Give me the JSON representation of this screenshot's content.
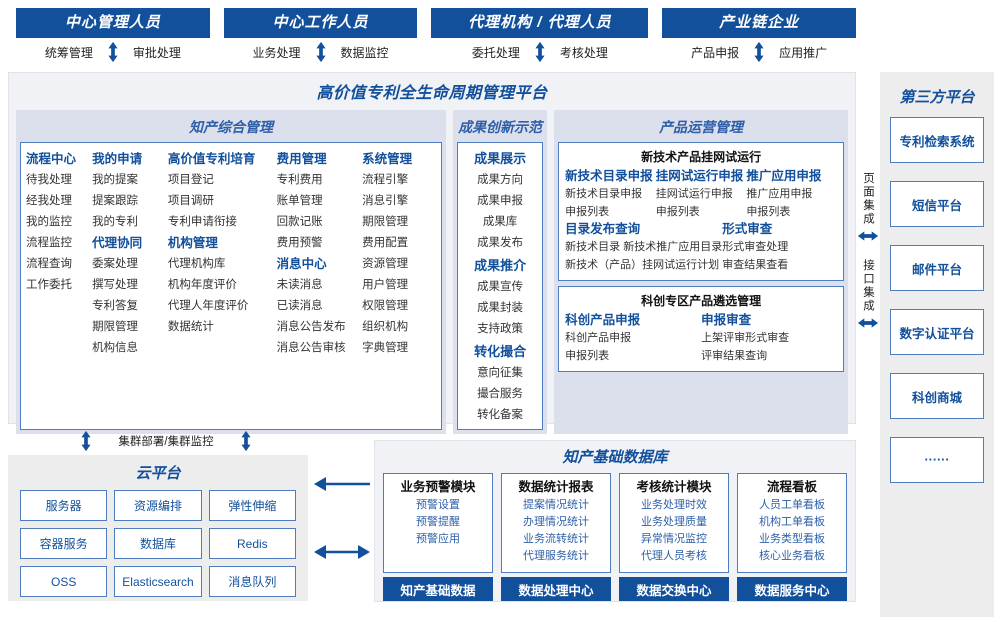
{
  "actors": [
    {
      "title": "中心管理人员",
      "ops": [
        "统筹管理",
        "审批处理"
      ]
    },
    {
      "title": "中心工作人员",
      "ops": [
        "业务处理",
        "数据监控"
      ]
    },
    {
      "title": "代理机构 / 代理人员",
      "ops": [
        "委托处理",
        "考核处理"
      ]
    },
    {
      "title": "产业链企业",
      "ops": [
        "产品申报",
        "应用推广"
      ]
    }
  ],
  "platform": {
    "title": "高价值专利全生命周期管理平台",
    "groupA": {
      "title": "知产综合管理",
      "columns": [
        {
          "blocks": [
            {
              "head": "流程中心",
              "items": [
                "待我处理",
                "经我处理",
                "我的监控",
                "流程监控",
                "流程查询",
                "工作委托"
              ]
            }
          ]
        },
        {
          "blocks": [
            {
              "head": "我的申请",
              "items": [
                "我的提案",
                "提案跟踪",
                "我的专利"
              ]
            },
            {
              "head": "代理协同",
              "items": [
                "委案处理",
                "撰写处理",
                "专利答复",
                "期限管理",
                "机构信息"
              ]
            }
          ]
        },
        {
          "blocks": [
            {
              "head": "高价值专利培育",
              "items": [
                "项目登记",
                "项目调研",
                "专利申请衔接"
              ]
            },
            {
              "head": "机构管理",
              "items": [
                "代理机构库",
                "机构年度评价",
                "代理人年度评价",
                "数据统计"
              ]
            }
          ]
        },
        {
          "blocks": [
            {
              "head": "费用管理",
              "items": [
                "专利费用",
                "账单管理",
                "回款记账",
                "费用预警"
              ]
            },
            {
              "head": "消息中心",
              "items": [
                "未读消息",
                "已读消息",
                "消息公告发布",
                "消息公告审核"
              ]
            }
          ]
        },
        {
          "blocks": [
            {
              "head": "系统管理",
              "items": [
                "流程引擎",
                "消息引擎",
                "期限管理",
                "费用配置",
                "资源管理",
                "用户管理",
                "权限管理",
                "组织机构",
                "字典管理"
              ]
            }
          ]
        }
      ]
    },
    "groupB": {
      "title": "成果创新示范",
      "blocks": [
        {
          "head": "成果展示",
          "items": [
            "成果方向",
            "成果申报",
            "成果库",
            "成果发布"
          ]
        },
        {
          "head": "成果推介",
          "items": [
            "成果宣传",
            "成果封装",
            "支持政策"
          ]
        },
        {
          "head": "转化撮合",
          "items": [
            "意向征集",
            "撮合服务",
            "转化备案"
          ]
        }
      ]
    },
    "groupC": {
      "title": "产品运营管理",
      "cards": [
        {
          "title": "新技术产品挂网试运行",
          "rows": [
            {
              "type": "cols",
              "cols": [
                {
                  "head": "新技术目录申报",
                  "items": [
                    "新技术目录申报",
                    "申报列表"
                  ]
                },
                {
                  "head": "挂网试运行申报",
                  "items": [
                    "挂网试运行申报",
                    "申报列表"
                  ]
                },
                {
                  "head": "推广应用申报",
                  "items": [
                    "推广应用申报",
                    "申报列表"
                  ]
                }
              ]
            },
            {
              "type": "cols",
              "cols": [
                {
                  "head": "目录发布查询",
                  "items": [
                    "新技术目录   新技术推广应用目录",
                    "新技术（产品）挂网试运行计划"
                  ]
                },
                {
                  "head": "形式审查",
                  "items": [
                    "形式审查处理",
                    "审查结果查看"
                  ]
                }
              ]
            }
          ]
        },
        {
          "title": "科创专区产品遴选管理",
          "rows": [
            {
              "type": "cols",
              "cols": [
                {
                  "head": "科创产品申报",
                  "items": [
                    "科创产品申报",
                    "申报列表"
                  ]
                },
                {
                  "head": "申报审查",
                  "items": [
                    "上架评审形式审查",
                    "评审结果查询"
                  ]
                }
              ]
            }
          ]
        }
      ]
    }
  },
  "integration": {
    "labels": [
      "页面集成",
      "接口集成"
    ]
  },
  "third_party": {
    "title": "第三方平台",
    "items": [
      "专利检索系统",
      "短信平台",
      "邮件平台",
      "数字认证平台",
      "科创商城",
      "······"
    ]
  },
  "cluster": {
    "label": "集群部署/集群监控"
  },
  "cloud": {
    "title": "云平台",
    "cells": [
      "服务器",
      "资源编排",
      "弹性伸缩",
      "容器服务",
      "数据库",
      "Redis",
      "OSS",
      "Elasticsearch",
      "消息队列"
    ]
  },
  "database": {
    "title": "知产基础数据库",
    "columns": [
      {
        "head": "业务预警模块",
        "items": [
          "预警设置",
          "预警提醒",
          "预警应用"
        ],
        "foot": "知产基础数据"
      },
      {
        "head": "数据统计报表",
        "items": [
          "提案情况统计",
          "办理情况统计",
          "业务流转统计",
          "代理服务统计"
        ],
        "foot": "数据处理中心"
      },
      {
        "head": "考核统计模块",
        "items": [
          "业务处理时效",
          "业务处理质量",
          "异常情况监控",
          "代理人员考核"
        ],
        "foot": "数据交换中心"
      },
      {
        "head": "流程看板",
        "items": [
          "人员工单看板",
          "机构工单看板",
          "业务类型看板",
          "核心业务看板"
        ],
        "foot": "数据服务中心"
      }
    ]
  },
  "colors": {
    "primary": "#12509C",
    "accent": "#2E5FA8",
    "border": "#4D7CBF",
    "panel": "#F1F2F6",
    "group": "#DCDFEC",
    "sidebar": "#EDEDED"
  }
}
